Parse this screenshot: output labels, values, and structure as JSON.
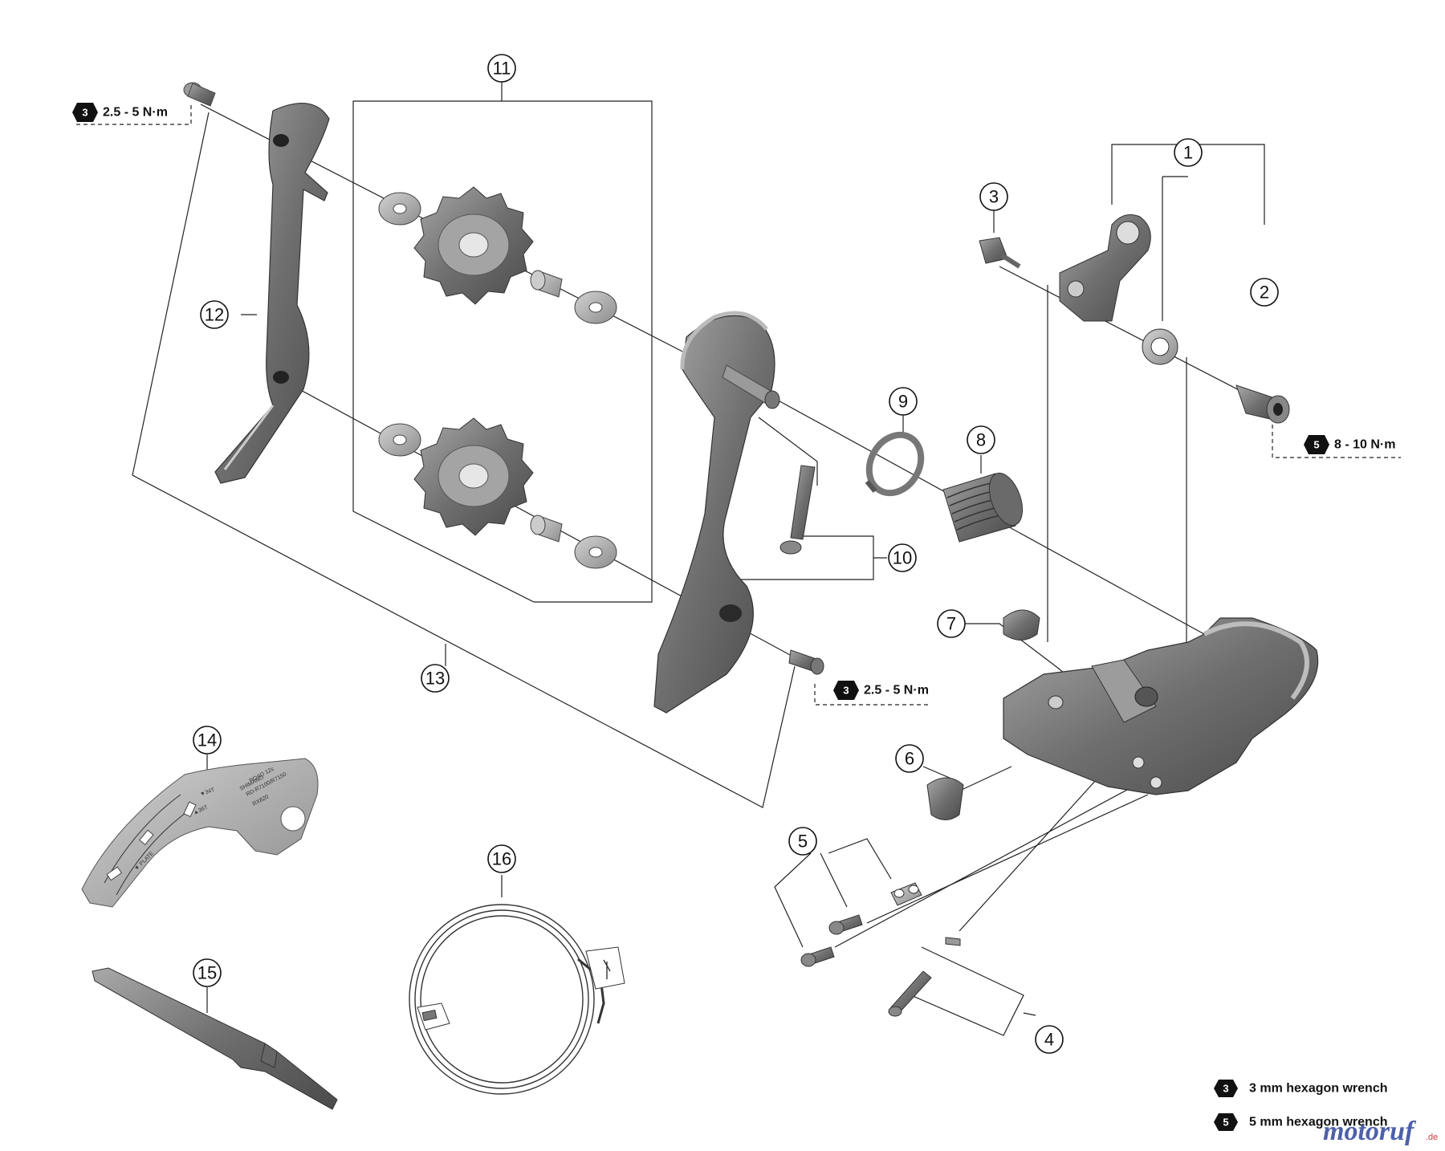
{
  "callouts": [
    "1",
    "2",
    "3",
    "4",
    "5",
    "6",
    "7",
    "8",
    "9",
    "10",
    "11",
    "12",
    "13",
    "14",
    "15",
    "16"
  ],
  "torque_specs": {
    "top_left": {
      "badge": "3",
      "text": "2.5 - 5 N·m"
    },
    "top_right": {
      "badge": "5",
      "text": "8 - 10 N·m"
    },
    "lower": {
      "badge": "3",
      "text": "2.5 - 5 N·m"
    }
  },
  "legend": [
    {
      "badge": "3",
      "text": "3 mm hexagon wrench"
    },
    {
      "badge": "5",
      "text": "5 mm hexagon wrench"
    }
  ],
  "cage_marks": {
    "brand": "SHIMANO",
    "model": "ROAD 12s",
    "series": "RD-R7100/R7150",
    "series2": "RX820",
    "mark1": "▼34T",
    "mark2": "▲36T",
    "mark3": "▼ PLATE"
  },
  "logo": {
    "main": "motoruf",
    "suffix": ".de"
  },
  "colors": {
    "part_dark": "#5e5e5e",
    "part_mid": "#8a8a8a",
    "part_light": "#b8b8b8",
    "line": "#222222"
  }
}
